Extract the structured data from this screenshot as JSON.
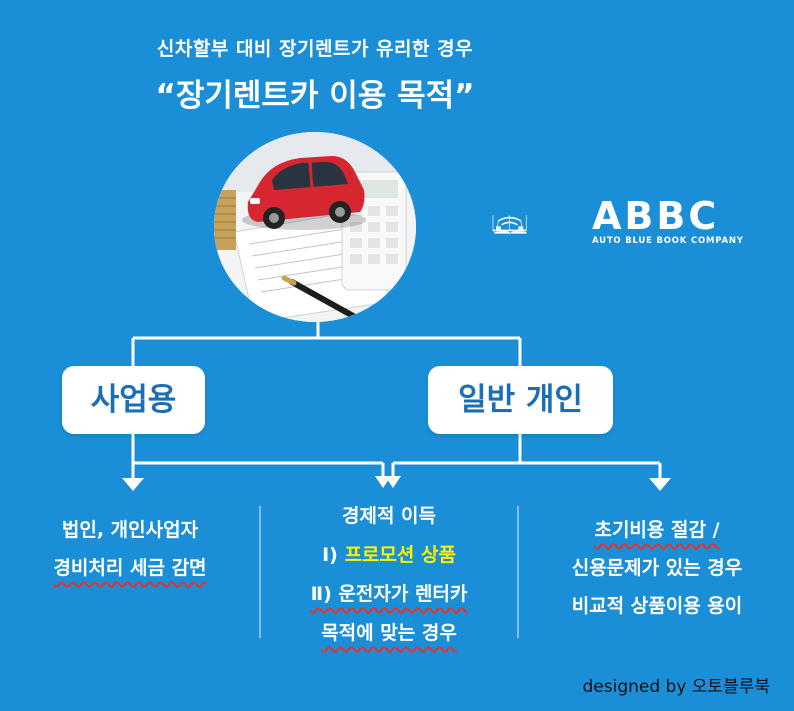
{
  "header": {
    "subtitle": "신차할부 대비 장기렌트가 유리한 경우",
    "title": "“장기렌트카 이용 목적”"
  },
  "logo": {
    "name": "ABBC",
    "tagline": "AUTO BLUE BOOK COMPANY"
  },
  "boxes": {
    "business": "사업용",
    "personal": "일반 개인"
  },
  "left_column": {
    "line1": "법인, 개인사업자",
    "line2": "경비처리 세금 감면"
  },
  "middle_column": {
    "line1": "경제적 이득",
    "line2_prefix": "Ⅰ) ",
    "line2_highlight": "프로모션 상품",
    "line3": "Ⅱ) 운전자가 렌터카",
    "line4": "목적에 맞는 경우"
  },
  "right_column": {
    "line1": "초기비용 절감 /",
    "line2": "신용문제가 있는 경우",
    "line3": "비교적 상품이용 용이"
  },
  "credit": "designed by 오토블루북",
  "colors": {
    "background": "#1a8fd8",
    "box_text": "#1b6fb5",
    "highlight": "#fff200",
    "underline": "#e8302a"
  },
  "photo": {
    "subject": "red toy car on financial document with calculator and pen"
  }
}
